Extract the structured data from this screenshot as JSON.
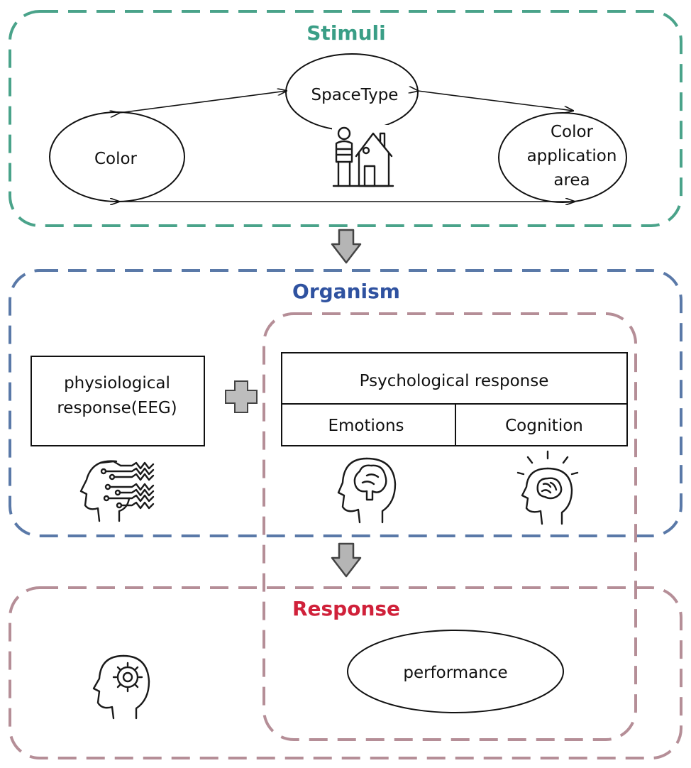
{
  "stimuli": {
    "title": "Stimuli",
    "title_color": "#3a9e86",
    "border_color": "#4aa38a",
    "nodes": {
      "space_type": "SpaceType",
      "color": "Color",
      "color_area": [
        "Color",
        "application",
        "area"
      ]
    }
  },
  "organism": {
    "title": "Organism",
    "title_color": "#2f52a0",
    "border_color": "#5a79a8",
    "physiological": [
      "physiological",
      "response(EEG)"
    ],
    "psychological": {
      "header": "Psychological response",
      "emotions": "Emotions",
      "cognition": "Cognition"
    }
  },
  "response": {
    "title": "Response",
    "title_color": "#d0213a",
    "border_color": "#b58e97",
    "performance": "performance"
  },
  "colors": {
    "flow_arrow_fill": "#b5b5b5",
    "flow_arrow_stroke": "#444444",
    "plus_fill": "#bdbdbd",
    "psych_border": "#b58e97"
  },
  "icons": [
    "person-house-icon",
    "eeg-head-icon",
    "brain-head-icon",
    "idea-brain-head-icon",
    "gear-head-icon",
    "plus-icon",
    "down-arrow-icon"
  ]
}
